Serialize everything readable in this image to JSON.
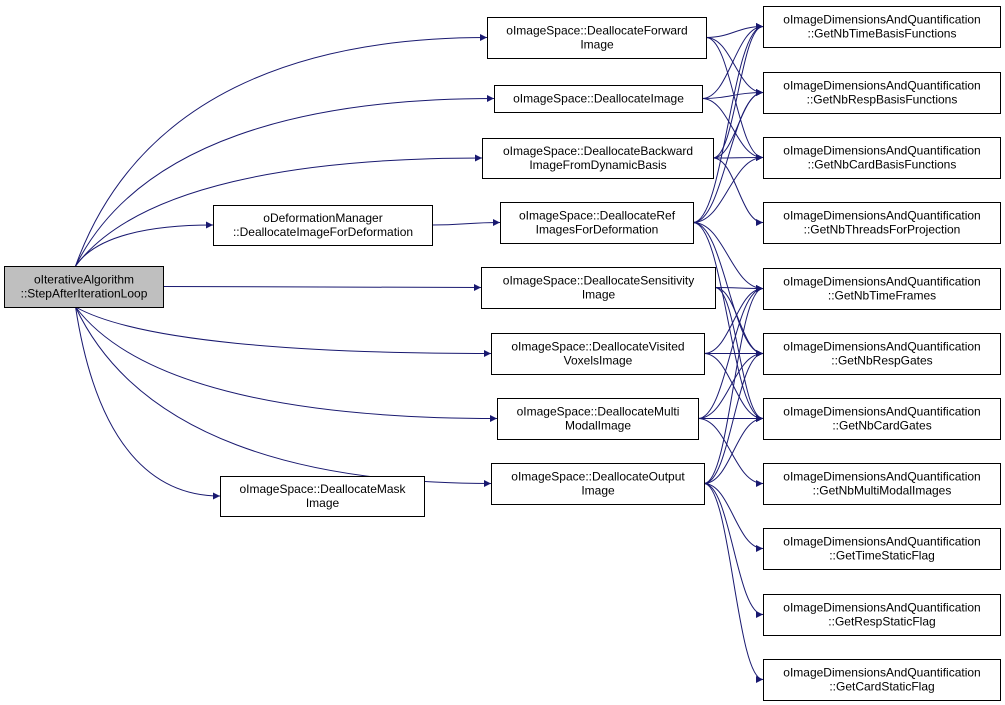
{
  "graph": {
    "nodes": [
      {
        "id": "root",
        "lines": [
          "oIterativeAlgorithm",
          "::StepAfterIterationLoop"
        ],
        "highlight": true
      },
      {
        "id": "defmgr",
        "lines": [
          "oDeformationManager",
          "::DeallocateImageForDeformation"
        ]
      },
      {
        "id": "mask",
        "lines": [
          "oImageSpace::DeallocateMask",
          "Image"
        ]
      },
      {
        "id": "fwd",
        "lines": [
          "oImageSpace::DeallocateForward",
          "Image"
        ]
      },
      {
        "id": "img",
        "lines": [
          "oImageSpace::DeallocateImage"
        ]
      },
      {
        "id": "bwd",
        "lines": [
          "oImageSpace::DeallocateBackward",
          "ImageFromDynamicBasis"
        ]
      },
      {
        "id": "ref",
        "lines": [
          "oImageSpace::DeallocateRef",
          "ImagesForDeformation"
        ]
      },
      {
        "id": "sens",
        "lines": [
          "oImageSpace::DeallocateSensitivity",
          "Image"
        ]
      },
      {
        "id": "vis",
        "lines": [
          "oImageSpace::DeallocateVisited",
          "VoxelsImage"
        ]
      },
      {
        "id": "multi",
        "lines": [
          "oImageSpace::DeallocateMulti",
          "ModalImage"
        ]
      },
      {
        "id": "out",
        "lines": [
          "oImageSpace::DeallocateOutput",
          "Image"
        ]
      },
      {
        "id": "tbf",
        "lines": [
          "oImageDimensionsAndQuantification",
          "::GetNbTimeBasisFunctions"
        ]
      },
      {
        "id": "rbf",
        "lines": [
          "oImageDimensionsAndQuantification",
          "::GetNbRespBasisFunctions"
        ]
      },
      {
        "id": "cbf",
        "lines": [
          "oImageDimensionsAndQuantification",
          "::GetNbCardBasisFunctions"
        ]
      },
      {
        "id": "thr",
        "lines": [
          "oImageDimensionsAndQuantification",
          "::GetNbThreadsForProjection"
        ]
      },
      {
        "id": "tf",
        "lines": [
          "oImageDimensionsAndQuantification",
          "::GetNbTimeFrames"
        ]
      },
      {
        "id": "rg",
        "lines": [
          "oImageDimensionsAndQuantification",
          "::GetNbRespGates"
        ]
      },
      {
        "id": "cg",
        "lines": [
          "oImageDimensionsAndQuantification",
          "::GetNbCardGates"
        ]
      },
      {
        "id": "mmi",
        "lines": [
          "oImageDimensionsAndQuantification",
          "::GetNbMultiModalImages"
        ]
      },
      {
        "id": "tsf",
        "lines": [
          "oImageDimensionsAndQuantification",
          "::GetTimeStaticFlag"
        ]
      },
      {
        "id": "rsf",
        "lines": [
          "oImageDimensionsAndQuantification",
          "::GetRespStaticFlag"
        ]
      },
      {
        "id": "csf",
        "lines": [
          "oImageDimensionsAndQuantification",
          "::GetCardStaticFlag"
        ]
      }
    ],
    "edges": [
      [
        "root",
        "fwd"
      ],
      [
        "root",
        "img"
      ],
      [
        "root",
        "bwd"
      ],
      [
        "root",
        "defmgr"
      ],
      [
        "root",
        "sens"
      ],
      [
        "root",
        "vis"
      ],
      [
        "root",
        "multi"
      ],
      [
        "root",
        "out"
      ],
      [
        "root",
        "mask"
      ],
      [
        "defmgr",
        "ref"
      ],
      [
        "fwd",
        "tbf"
      ],
      [
        "fwd",
        "rbf"
      ],
      [
        "fwd",
        "cbf"
      ],
      [
        "img",
        "tbf"
      ],
      [
        "img",
        "rbf"
      ],
      [
        "img",
        "cbf"
      ],
      [
        "bwd",
        "tbf"
      ],
      [
        "bwd",
        "rbf"
      ],
      [
        "bwd",
        "cbf"
      ],
      [
        "bwd",
        "thr"
      ],
      [
        "ref",
        "tbf"
      ],
      [
        "ref",
        "rbf"
      ],
      [
        "ref",
        "cbf"
      ],
      [
        "ref",
        "tf"
      ],
      [
        "ref",
        "rg"
      ],
      [
        "ref",
        "cg"
      ],
      [
        "sens",
        "tf"
      ],
      [
        "sens",
        "rg"
      ],
      [
        "sens",
        "cg"
      ],
      [
        "vis",
        "tf"
      ],
      [
        "vis",
        "rg"
      ],
      [
        "vis",
        "cg"
      ],
      [
        "multi",
        "tf"
      ],
      [
        "multi",
        "rg"
      ],
      [
        "multi",
        "cg"
      ],
      [
        "multi",
        "mmi"
      ],
      [
        "out",
        "tf"
      ],
      [
        "out",
        "rg"
      ],
      [
        "out",
        "cg"
      ],
      [
        "out",
        "tsf"
      ],
      [
        "out",
        "rsf"
      ],
      [
        "out",
        "csf"
      ]
    ]
  }
}
